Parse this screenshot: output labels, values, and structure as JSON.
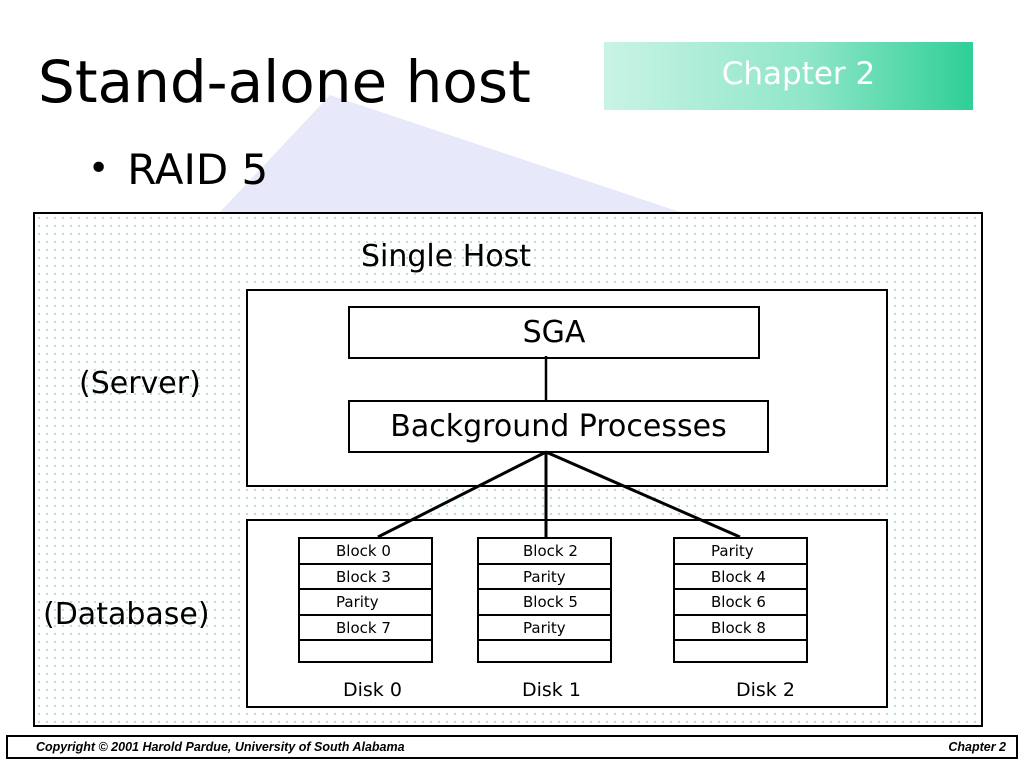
{
  "slide": {
    "title": "Stand-alone host",
    "chapter_badge": "Chapter 2",
    "bullet": "RAID 5"
  },
  "diagram": {
    "host_label": "Single Host",
    "server_label": "(Server)",
    "database_label": "(Database)",
    "sga_label": "SGA",
    "background_label": "Background Processes",
    "disks": [
      {
        "label": "Disk 0",
        "blocks": [
          "Block 0",
          "Block 3",
          "Parity",
          "Block 7",
          ""
        ]
      },
      {
        "label": "Disk 1",
        "blocks": [
          "Block 2",
          "Parity",
          "Block 5",
          "Parity",
          ""
        ]
      },
      {
        "label": "Disk 2",
        "blocks": [
          "Parity",
          "Block 4",
          "Block 6",
          "Block 8",
          ""
        ]
      }
    ]
  },
  "footer": {
    "copyright": "Copyright  © 2001  Harold Pardue, University of South Alabama",
    "chapter": "Chapter 2"
  },
  "colors": {
    "badge_start": "#c9f3e6",
    "badge_end": "#2fcf97",
    "dot_grid": "#b8dccf",
    "decor_triangle": "#e6e6fa"
  }
}
